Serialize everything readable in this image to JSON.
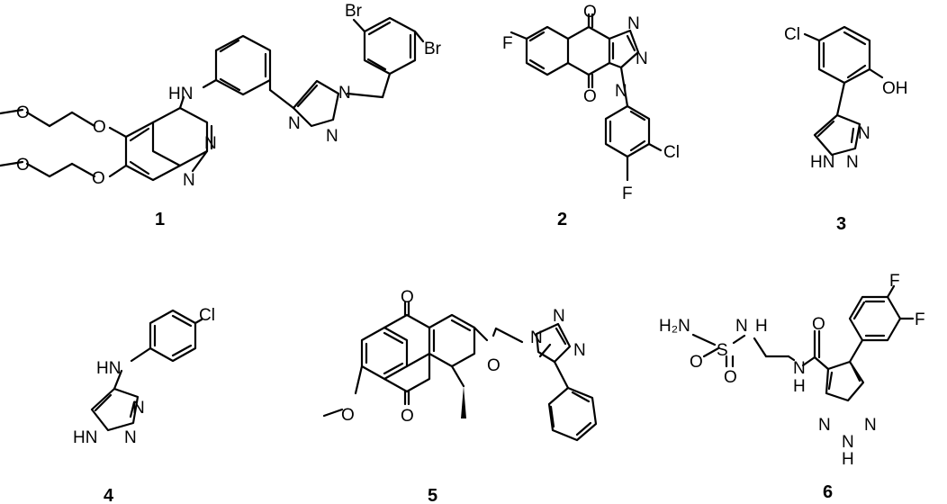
{
  "compounds": [
    {
      "number": "1",
      "atoms": {
        "br_top": "Br",
        "br_right": "Br",
        "hn": "HN",
        "n_tri_a": "N",
        "n_tri_b": "N",
        "n_tri_c": "N",
        "n_q1": "N",
        "n_q2": "N",
        "o1": "O",
        "o2": "O",
        "o3": "O",
        "o4": "O"
      }
    },
    {
      "number": "2",
      "atoms": {
        "f_top": "F",
        "o_top": "O",
        "o_bot": "O",
        "n1": "N",
        "n2": "N",
        "n3": "N",
        "cl": "Cl",
        "f_bot": "F"
      }
    },
    {
      "number": "3",
      "atoms": {
        "cl": "Cl",
        "oh": "OH",
        "n1": "N",
        "n2": "N",
        "hn": "HN"
      }
    },
    {
      "number": "4",
      "atoms": {
        "cl": "Cl",
        "hn": "HN",
        "n1": "N",
        "n2": "N",
        "hn2": "HN"
      }
    },
    {
      "number": "5",
      "atoms": {
        "o_top": "O",
        "o_bot": "O",
        "o_ring": "O",
        "o_me": "O",
        "n1": "N",
        "n2": "N",
        "n3": "N"
      }
    },
    {
      "number": "6",
      "atoms": {
        "h2n": "H₂N",
        "s": "S",
        "nh": "N",
        "h_nh": "H",
        "o1": "O",
        "o2": "O",
        "f1": "F",
        "f2": "F",
        "o_amide": "O",
        "n_amide": "N",
        "h_amide": "H",
        "n1": "N",
        "n2": "N",
        "n3": "N",
        "h_n": "H"
      }
    }
  ]
}
